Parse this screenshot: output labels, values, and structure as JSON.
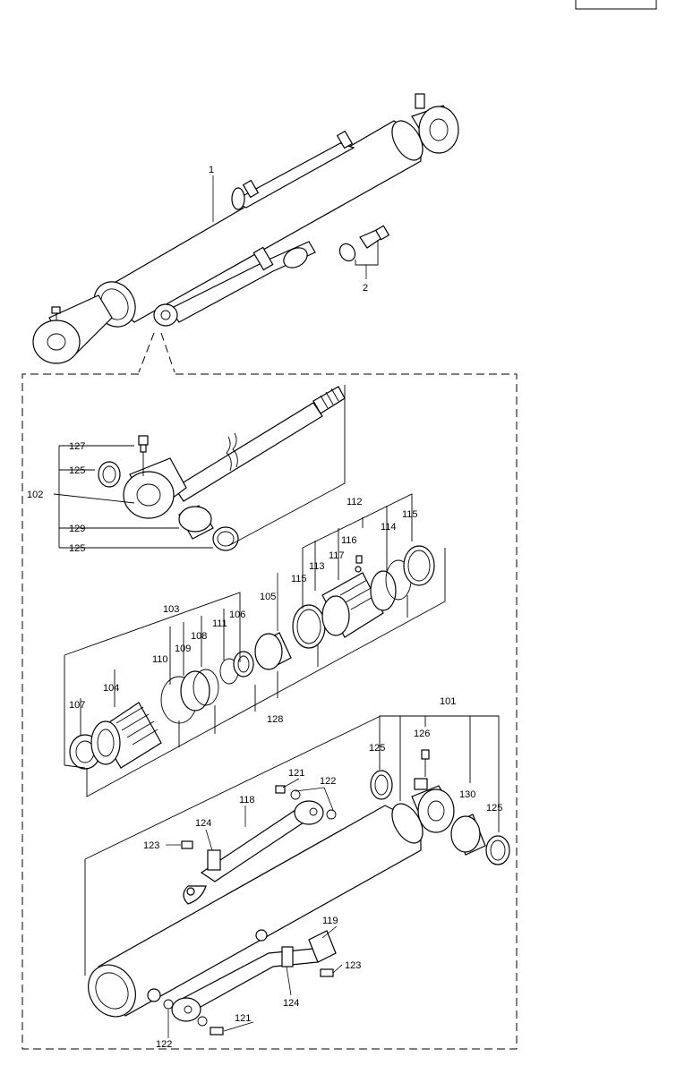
{
  "diagram": {
    "labels": [
      {
        "id": "1",
        "text": "1"
      },
      {
        "id": "2",
        "text": "2"
      },
      {
        "id": "101",
        "text": "101"
      },
      {
        "id": "102",
        "text": "102"
      },
      {
        "id": "103",
        "text": "103"
      },
      {
        "id": "104",
        "text": "104"
      },
      {
        "id": "105",
        "text": "105"
      },
      {
        "id": "106",
        "text": "106"
      },
      {
        "id": "107",
        "text": "107"
      },
      {
        "id": "108",
        "text": "108"
      },
      {
        "id": "109",
        "text": "109"
      },
      {
        "id": "110",
        "text": "110"
      },
      {
        "id": "111",
        "text": "111"
      },
      {
        "id": "112",
        "text": "112"
      },
      {
        "id": "113",
        "text": "113"
      },
      {
        "id": "114",
        "text": "114"
      },
      {
        "id": "115a",
        "text": "115"
      },
      {
        "id": "115b",
        "text": "115"
      },
      {
        "id": "116",
        "text": "116"
      },
      {
        "id": "117",
        "text": "117"
      },
      {
        "id": "118",
        "text": "118"
      },
      {
        "id": "119",
        "text": "119"
      },
      {
        "id": "121a",
        "text": "121"
      },
      {
        "id": "121b",
        "text": "121"
      },
      {
        "id": "122a",
        "text": "122"
      },
      {
        "id": "122b",
        "text": "122"
      },
      {
        "id": "123a",
        "text": "123"
      },
      {
        "id": "123b",
        "text": "123"
      },
      {
        "id": "124a",
        "text": "124"
      },
      {
        "id": "124b",
        "text": "124"
      },
      {
        "id": "125a",
        "text": "125"
      },
      {
        "id": "125b",
        "text": "125"
      },
      {
        "id": "125c",
        "text": "125"
      },
      {
        "id": "125d",
        "text": "125"
      },
      {
        "id": "126",
        "text": "126"
      },
      {
        "id": "127",
        "text": "127"
      },
      {
        "id": "128",
        "text": "128"
      },
      {
        "id": "129",
        "text": "129"
      },
      {
        "id": "130",
        "text": "130"
      }
    ]
  }
}
